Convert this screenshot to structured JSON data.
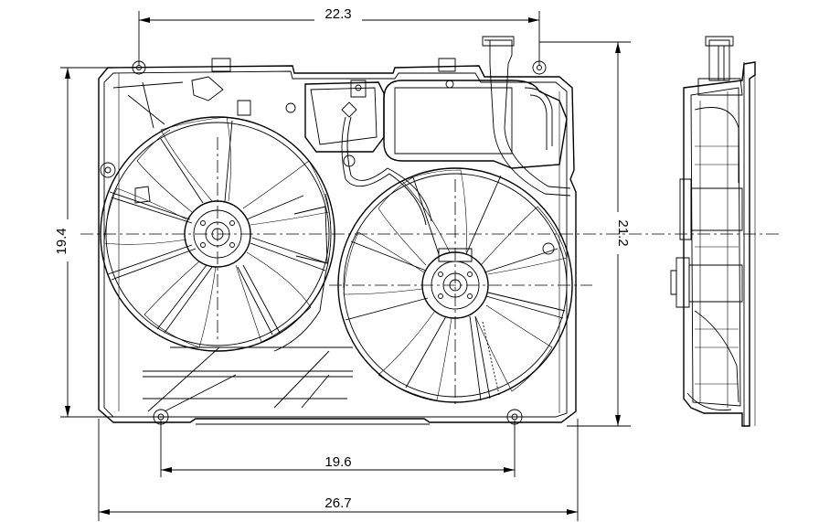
{
  "drawing": {
    "subject": "dual radiator cooling fan assembly",
    "dimensions": {
      "top_width": "22.3",
      "left_height": "19.4",
      "right_height": "21.2",
      "bottom_inner": "19.6",
      "bottom_overall": "26.7"
    },
    "line_color": "#000000",
    "background": "#ffffff"
  }
}
